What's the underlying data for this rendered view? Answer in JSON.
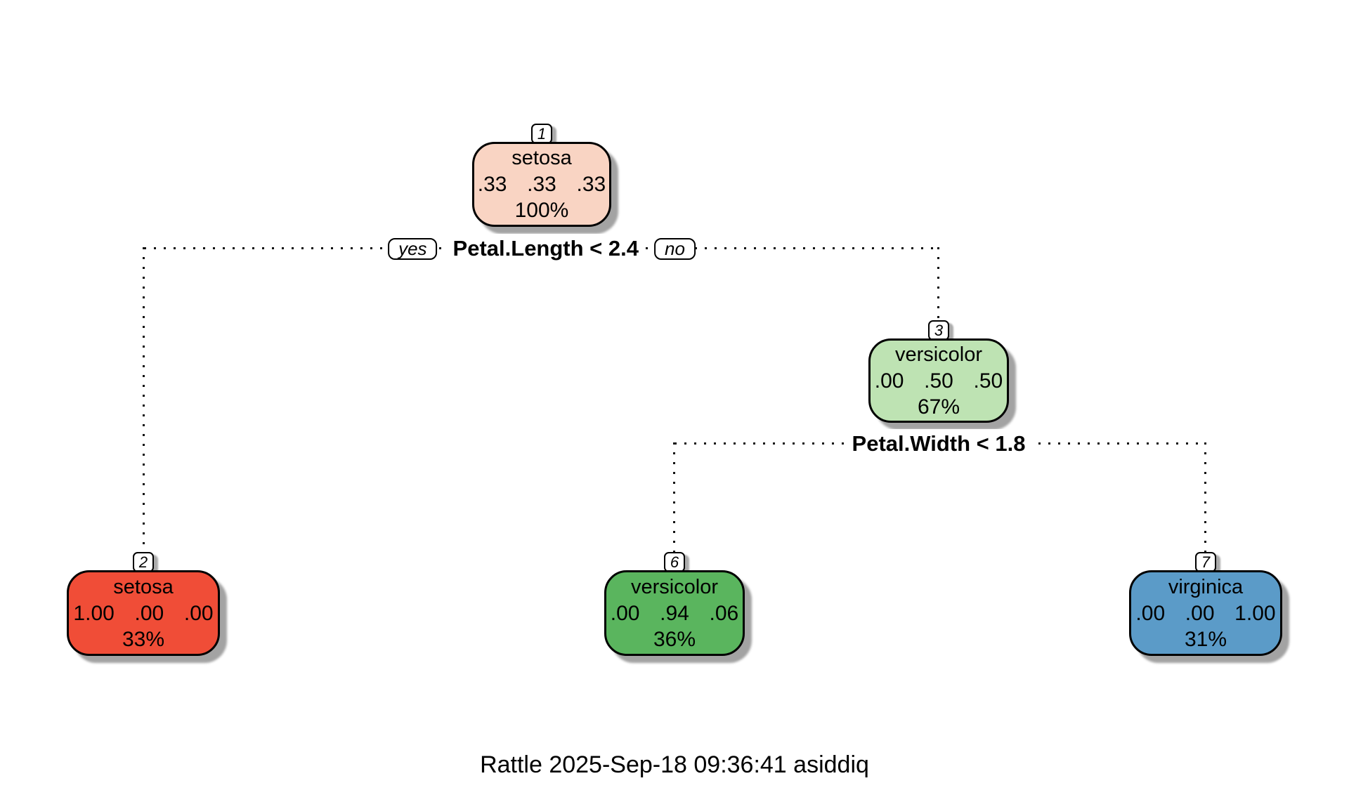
{
  "caption": {
    "text": "Rattle 2025-Sep-18 09:36:41 asiddiq"
  },
  "tree": {
    "type": "decision-tree",
    "classes": [
      "setosa",
      "versicolor",
      "virginica"
    ],
    "root_split": {
      "condition": "Petal.Length < 2.4",
      "yes_label": "yes",
      "no_label": "no",
      "from_node": "1",
      "left_child": "2",
      "right_child": "3"
    },
    "second_split": {
      "condition": "Petal.Width < 1.8",
      "from_node": "3",
      "left_child": "6",
      "right_child": "7"
    },
    "nodes": [
      {
        "number": "1",
        "class": "setosa",
        "probabilities": ".33  .33  .33",
        "percent": "100%",
        "fill": "#F9D4C3"
      },
      {
        "number": "2",
        "class": "setosa",
        "probabilities": "1.00  .00  .00",
        "percent": "33%",
        "fill": "#F04D37"
      },
      {
        "number": "3",
        "class": "versicolor",
        "probabilities": ".00  .50  .50",
        "percent": "67%",
        "fill": "#BEE3B3"
      },
      {
        "number": "6",
        "class": "versicolor",
        "probabilities": ".00  .94  .06",
        "percent": "36%",
        "fill": "#5AB55E"
      },
      {
        "number": "7",
        "class": "virginica",
        "probabilities": ".00  .00  1.00",
        "percent": "31%",
        "fill": "#5B9BC8"
      }
    ]
  }
}
